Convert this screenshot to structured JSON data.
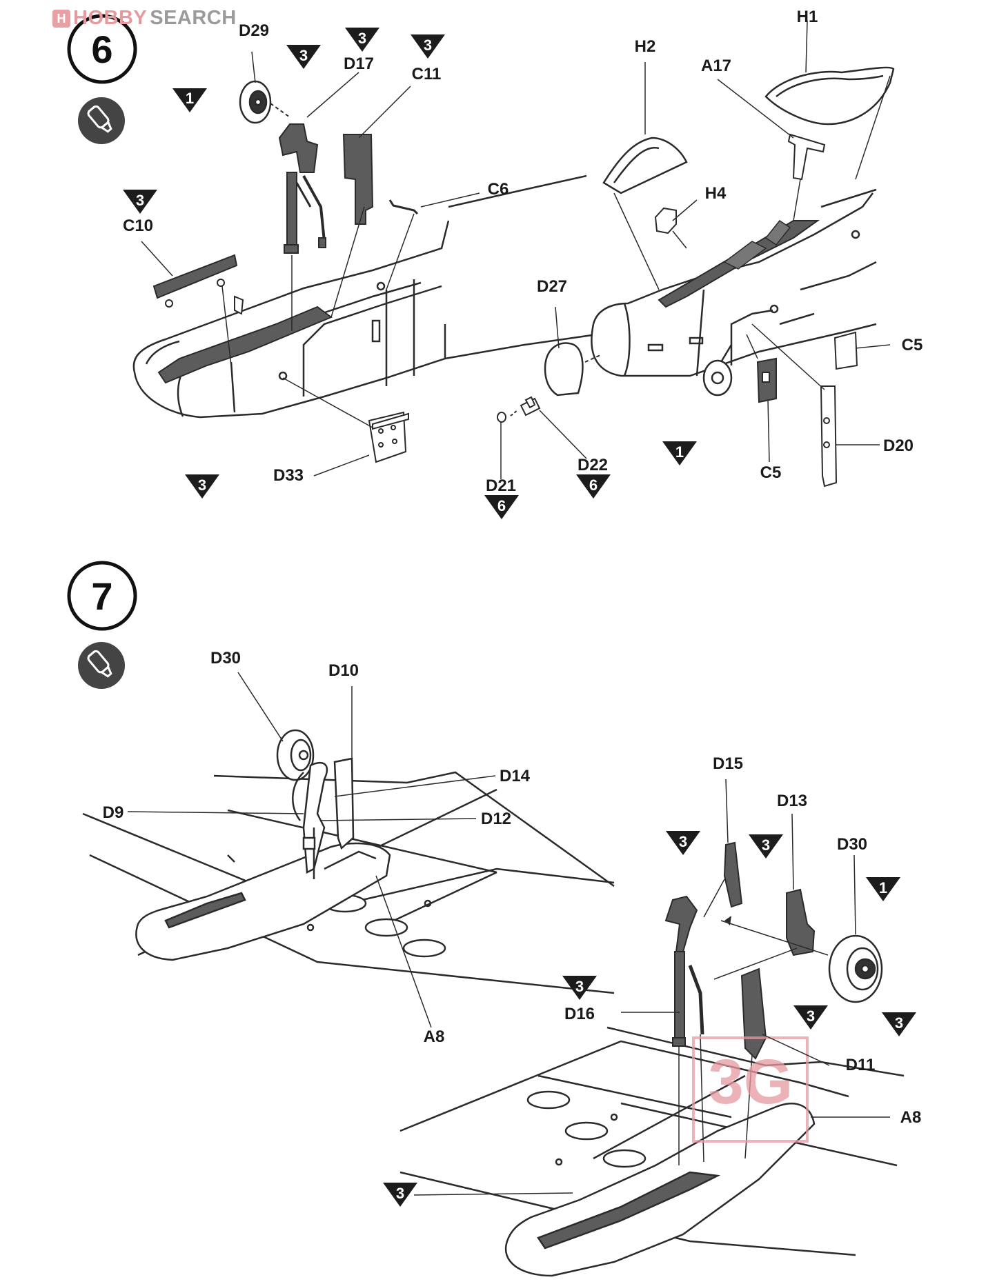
{
  "watermark": {
    "logo_glyph": "H",
    "brand_left": "HOBBY",
    "brand_right": "SEARCH",
    "stamp_letters": "3G"
  },
  "steps": [
    {
      "number": "6",
      "icon": "glue-tube-icon"
    },
    {
      "number": "7",
      "icon": "glue-tube-icon"
    }
  ],
  "part_labels": {
    "D29": "D29",
    "D17": "D17",
    "C11": "C11",
    "C6": "C6",
    "C10": "C10",
    "D33": "D33",
    "H1": "H1",
    "H2": "H2",
    "A17": "A17",
    "H4": "H4",
    "D27": "D27",
    "C5a": "C5",
    "C5b": "C5",
    "D20": "D20",
    "D22": "D22",
    "D21": "D21",
    "D30a": "D30",
    "D10": "D10",
    "D14": "D14",
    "D9": "D9",
    "D12": "D12",
    "A8a": "A8",
    "D15": "D15",
    "D13": "D13",
    "D30b": "D30",
    "D16": "D16",
    "D11": "D11",
    "A8b": "A8"
  },
  "color_callouts": {
    "t1": "3",
    "t2": "1",
    "t3": "3",
    "t4": "3",
    "t5": "3",
    "t6": "3",
    "t7": "1",
    "t8": "6",
    "t9": "6",
    "t10": "3",
    "t11": "3",
    "t12": "1",
    "t13": "3",
    "t14": "3",
    "t15": "3",
    "t16": "3"
  },
  "colors": {
    "line": "#2a2a2a",
    "dark_part": "#5c5c5c",
    "callout_fill": "#1c1c1c",
    "watermark_pink": "#e59aa0"
  }
}
